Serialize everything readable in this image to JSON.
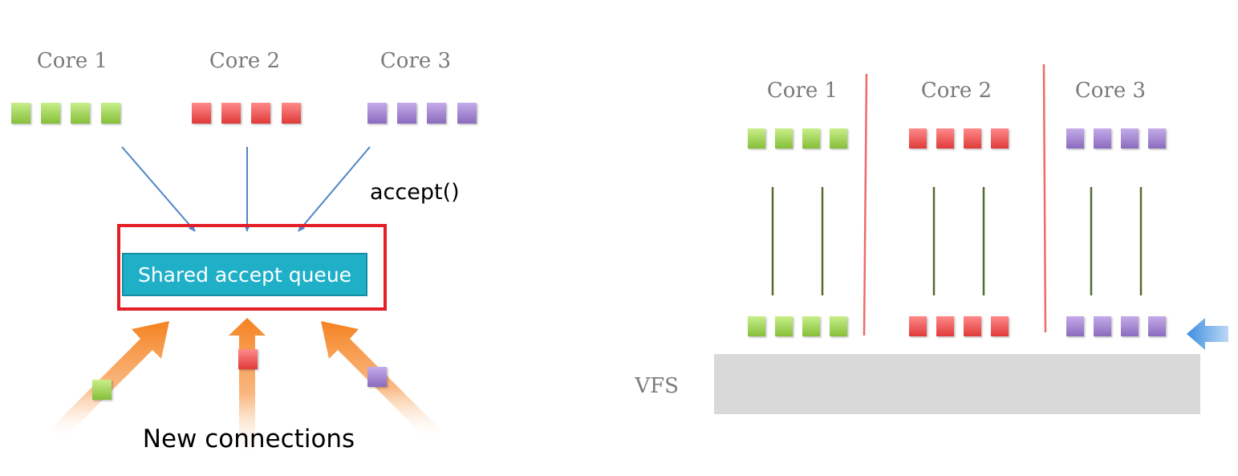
{
  "colors": {
    "green": "#9bd04a",
    "red": "#ee4444",
    "purple": "#9f7fcb",
    "blue_arrow": "#4f86c6",
    "orange_arrow": "#f58220",
    "queue_fill": "#1fb0c8",
    "highlight_box": "#e41e26",
    "divider": "#ee6a6a",
    "connector": "#556b2f",
    "vfs_fill": "#d9d9d9",
    "incoming_arrow": "#3e8ee0"
  },
  "left_diagram": {
    "cores": [
      {
        "label": "Core 1",
        "color": "green"
      },
      {
        "label": "Core 2",
        "color": "red"
      },
      {
        "label": "Core 3",
        "color": "purple"
      }
    ],
    "accept_label": "accept()",
    "queue_label": "Shared accept queue",
    "new_connections_label": "New connections"
  },
  "right_diagram": {
    "cores": [
      {
        "label": "Core 1",
        "color": "green"
      },
      {
        "label": "Core 2",
        "color": "red"
      },
      {
        "label": "Core 3",
        "color": "purple"
      }
    ],
    "vfs_label": "VFS"
  }
}
